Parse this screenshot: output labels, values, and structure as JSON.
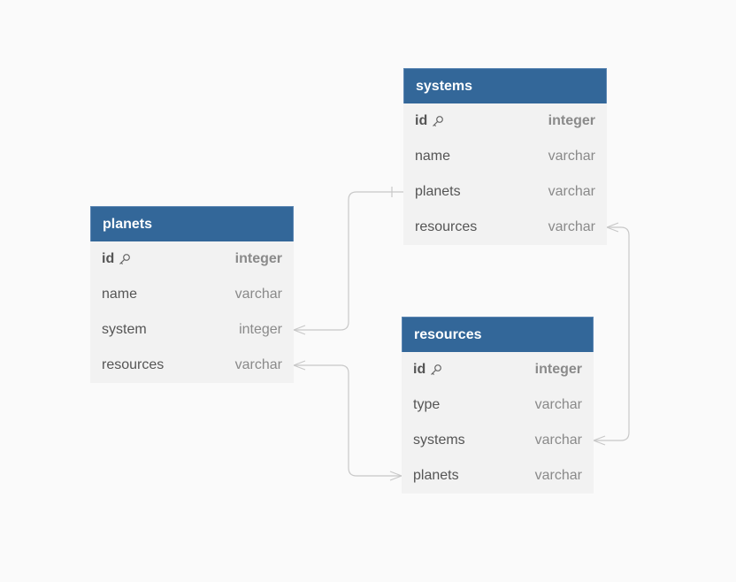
{
  "tables": {
    "systems": {
      "title": "systems",
      "fields": [
        {
          "name": "id",
          "type": "integer",
          "primary_key": true
        },
        {
          "name": "name",
          "type": "varchar",
          "primary_key": false
        },
        {
          "name": "planets",
          "type": "varchar",
          "primary_key": false
        },
        {
          "name": "resources",
          "type": "varchar",
          "primary_key": false
        }
      ]
    },
    "planets": {
      "title": "planets",
      "fields": [
        {
          "name": "id",
          "type": "integer",
          "primary_key": true
        },
        {
          "name": "name",
          "type": "varchar",
          "primary_key": false
        },
        {
          "name": "system",
          "type": "integer",
          "primary_key": false
        },
        {
          "name": "resources",
          "type": "varchar",
          "primary_key": false
        }
      ]
    },
    "resources": {
      "title": "resources",
      "fields": [
        {
          "name": "id",
          "type": "integer",
          "primary_key": true
        },
        {
          "name": "type",
          "type": "varchar",
          "primary_key": false
        },
        {
          "name": "systems",
          "type": "varchar",
          "primary_key": false
        },
        {
          "name": "planets",
          "type": "varchar",
          "primary_key": false
        }
      ]
    }
  },
  "relationships": [
    {
      "from": "planets.system",
      "from_cardinality": "many",
      "to": "systems.planets",
      "to_cardinality": "one"
    },
    {
      "from": "planets.resources",
      "from_cardinality": "many",
      "to": "resources.planets",
      "to_cardinality": "many"
    },
    {
      "from": "systems.resources",
      "from_cardinality": "many",
      "to": "resources.systems",
      "to_cardinality": "many"
    }
  ],
  "colors": {
    "header_background": "#336799",
    "header_text": "#ffffff",
    "row_background": "#f2f2f2",
    "field_name": "#555555",
    "field_type": "#8a8a8a",
    "connector": "#c8c8c8",
    "canvas_background": "#fafafa"
  },
  "icons": {
    "primary_key": "key-icon"
  }
}
